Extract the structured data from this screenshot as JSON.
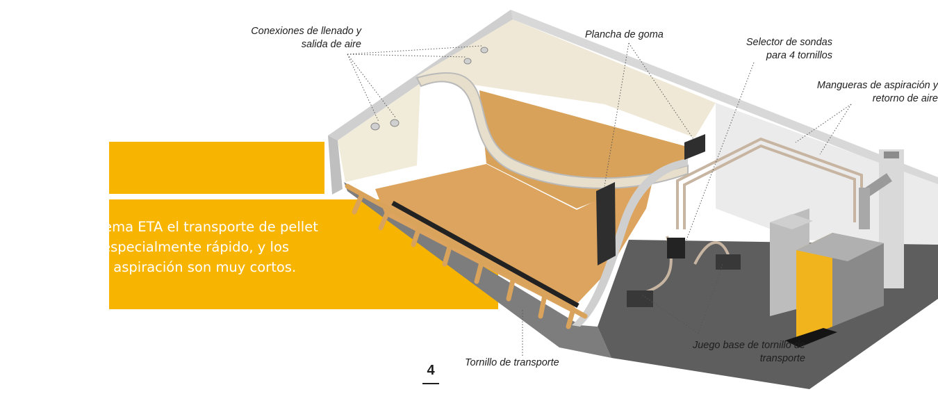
{
  "intro": {
    "text": "Con el sistema ETA el transporte de pellet se realiza especialmente rápido, y los tiempos de aspiración son muy cortos."
  },
  "labels": {
    "fill_connections_line1": "Conexiones de llenado y",
    "fill_connections_line2": "salida de aire",
    "rubber_sheet": "Plancha de goma",
    "probe_selector_line1": "Selector de sondas",
    "probe_selector_line2": "para 4 tornillos",
    "hoses_line1": "Mangueras de aspiración y",
    "hoses_line2": "retorno de aire",
    "auger_base_line1": "Juego base de tornillo de",
    "auger_base_line2": "transporte",
    "transport_screw": "Tornillo de transporte"
  },
  "page_number": "4",
  "colors": {
    "accent": "#f7b400",
    "wall": "#ede6d4",
    "pellet": "#d9a25a",
    "floor": "#5e5e5e",
    "boiler_front": "#f2b41c"
  }
}
